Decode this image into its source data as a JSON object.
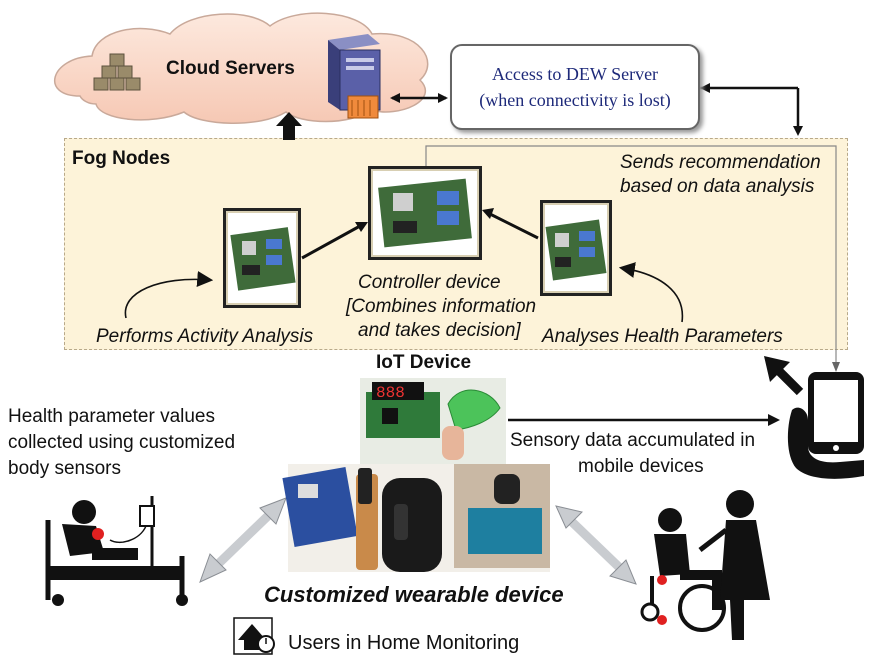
{
  "cloud": {
    "label": "Cloud Servers"
  },
  "dew": {
    "line1": "Access to DEW Server",
    "line2": "(when connectivity is lost)"
  },
  "fog": {
    "title": "Fog Nodes",
    "recommendation_line1": "Sends recommendation",
    "recommendation_line2": "based on data analysis",
    "controller_line1": "Controller device",
    "controller_line2": "[Combines information",
    "controller_line3": "and takes decision]",
    "activity": "Performs Activity Analysis",
    "health": "Analyses Health Parameters"
  },
  "iot": {
    "title": "IoT Device",
    "display_digits": "888"
  },
  "health_text": {
    "line1": "Health parameter values",
    "line2": "collected using customized",
    "line3": "body sensors"
  },
  "sensory_text": {
    "line1": "Sensory data accumulated in",
    "line2": "mobile devices"
  },
  "wearable": {
    "title": "Customized wearable device"
  },
  "users": {
    "label": "Users in Home Monitoring"
  },
  "colors": {
    "fog_background": "#fdf3d9",
    "dew_text": "#1e2a7a",
    "board_green": "#3f6b3a",
    "arrow_gray": "#c9ccd0"
  }
}
